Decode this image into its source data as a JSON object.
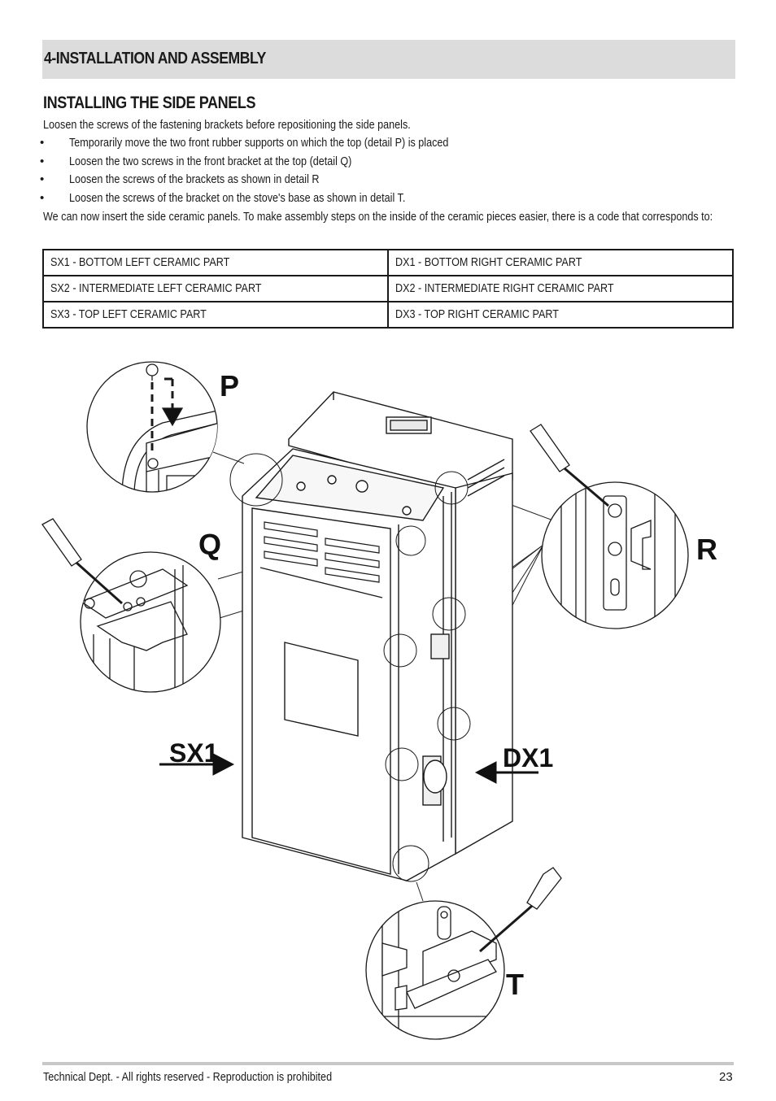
{
  "header": {
    "title": "4-INSTALLATION AND ASSEMBLY"
  },
  "section": {
    "title": "INSTALLING THE SIDE PANELS",
    "intro": "Loosen the screws of the fastening brackets before repositioning the side panels.",
    "bullets": [
      "Temporarily move the two front rubber supports on which the top (detail P) is placed",
      "Loosen the two screws in the front bracket at the top (detail Q)",
      "Loosen the screws of the brackets as shown in detail R",
      "Loosen the screws of the bracket on the stove's base as shown in detail T."
    ],
    "bullet_symbol": "•",
    "outro": "We can now insert the side ceramic panels. To make assembly steps on the inside of the ceramic pieces easier, there is a code that corresponds to:"
  },
  "table": {
    "rows": [
      [
        "SX1 - BOTTOM LEFT CERAMIC PART",
        "DX1 - BOTTOM RIGHT CERAMIC PART"
      ],
      [
        "SX2 - INTERMEDIATE LEFT CERAMIC PART",
        "DX2 - INTERMEDIATE RIGHT CERAMIC PART"
      ],
      [
        "SX3 - TOP LEFT CERAMIC PART",
        "DX3 - TOP RIGHT CERAMIC PART"
      ]
    ]
  },
  "figure": {
    "labels": {
      "p": "P",
      "q": "Q",
      "r": "R",
      "t": "T",
      "sx1": "SX1",
      "dx1": "DX1"
    }
  },
  "footer": {
    "text": "Technical Dept. - All rights reserved - Reproduction is prohibited",
    "page_number": "23"
  }
}
